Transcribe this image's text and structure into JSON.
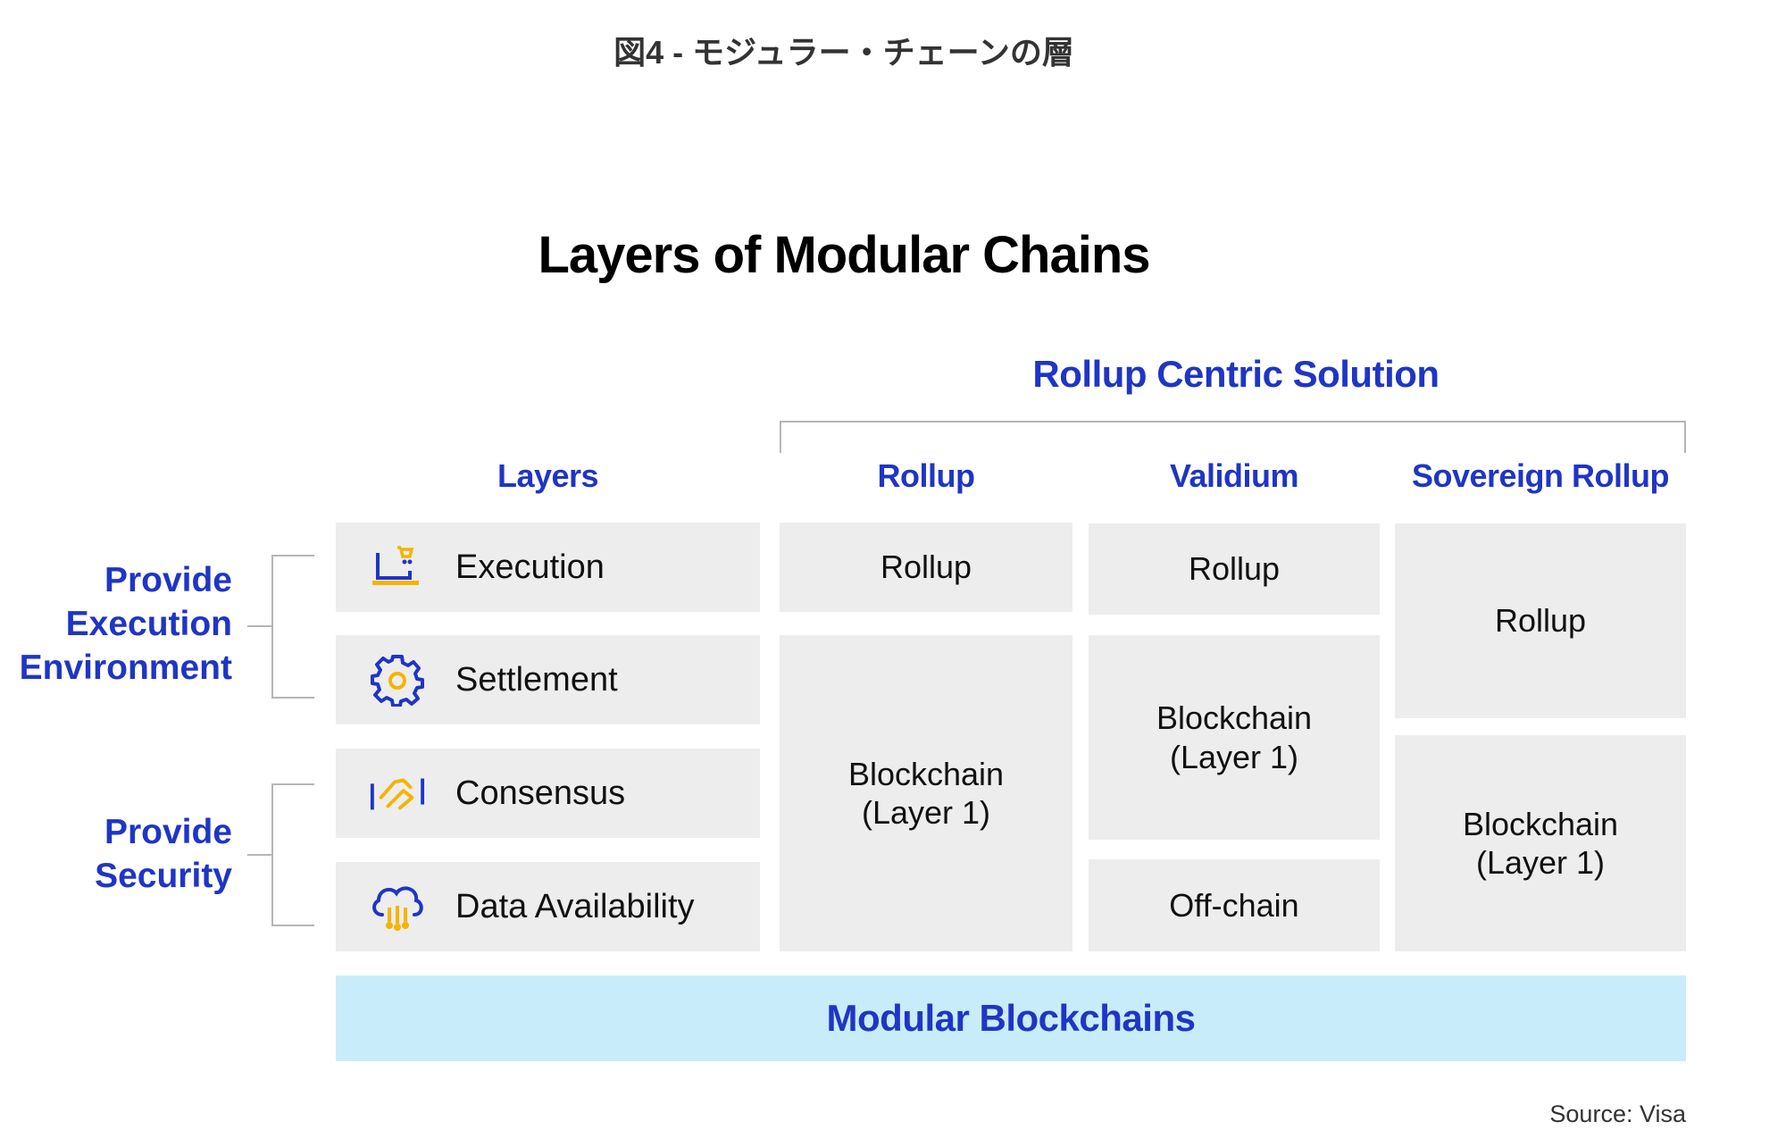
{
  "figure_label": "図4 - モジュラー・チェーンの層",
  "title": "Layers of Modular Chains",
  "group_title": "Rollup Centric Solution",
  "columns": {
    "layers": "Layers",
    "rollup": "Rollup",
    "validium": "Validium",
    "sovereign": "Sovereign Rollup"
  },
  "layers": [
    {
      "label": "Execution",
      "icon": "laptop-icon"
    },
    {
      "label": "Settlement",
      "icon": "gear-icon"
    },
    {
      "label": "Consensus",
      "icon": "handshake-icon"
    },
    {
      "label": "Data Availability",
      "icon": "cloud-network-icon"
    }
  ],
  "side_groups": [
    {
      "lines": [
        "Provide",
        "Execution",
        "Environment"
      ]
    },
    {
      "lines": [
        "Provide",
        "Security"
      ]
    }
  ],
  "rollup_col": {
    "top": "Rollup",
    "bottom_line1": "Blockchain",
    "bottom_line2": "(Layer 1)"
  },
  "validium_col": {
    "top": "Rollup",
    "middle_line1": "Blockchain",
    "middle_line2": "(Layer 1)",
    "bottom": "Off-chain"
  },
  "sovereign_col": {
    "top": "Rollup",
    "bottom_line1": "Blockchain",
    "bottom_line2": "(Layer 1)"
  },
  "footer_bar": "Modular Blockchains",
  "source": "Source: Visa",
  "colors": {
    "accent_blue": "#1f35c6",
    "icon_yellow": "#f5b400",
    "cell_gray": "#ededed",
    "bar_light_blue": "#c9ecfb"
  }
}
